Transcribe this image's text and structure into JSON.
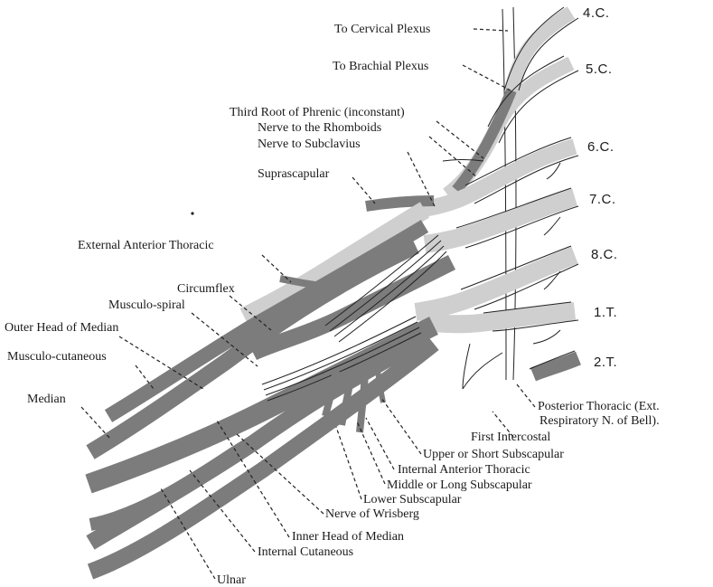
{
  "roots": [
    "4.C.",
    "5.C.",
    "6.C.",
    "7.C.",
    "8.C.",
    "1.T.",
    "2.T."
  ],
  "labels": {
    "to_cervical_plexus": "To Cervical Plexus",
    "to_brachial_plexus": "To Brachial Plexus",
    "third_root_phrenic": "Third Root of Phrenic (inconstant)",
    "nerve_rhomboids": "Nerve to the Rhomboids",
    "nerve_subclavius": "Nerve to Subclavius",
    "suprascapular": "Suprascapular",
    "external_anterior_thoracic": "External Anterior Thoracic",
    "circumflex": "Circumflex",
    "musculo_spiral": "Musculo-spiral",
    "outer_head_median": "Outer Head of Median",
    "musculo_cutaneous": "Musculo-cutaneous",
    "median": "Median",
    "posterior_thoracic_1": "Posterior Thoracic (Ext.",
    "posterior_thoracic_2": "Respiratory N. of Bell).",
    "first_intercostal": "First Intercostal",
    "upper_subscapular": "Upper or Short Subscapular",
    "internal_anterior_thoracic": "Internal Anterior Thoracic",
    "middle_subscapular": "Middle or Long Subscapular",
    "lower_subscapular": "Lower Subscapular",
    "nerve_wrisberg": "Nerve of Wrisberg",
    "inner_head_median": "Inner Head of Median",
    "internal_cutaneous": "Internal Cutaneous",
    "ulnar": "Ulnar"
  }
}
